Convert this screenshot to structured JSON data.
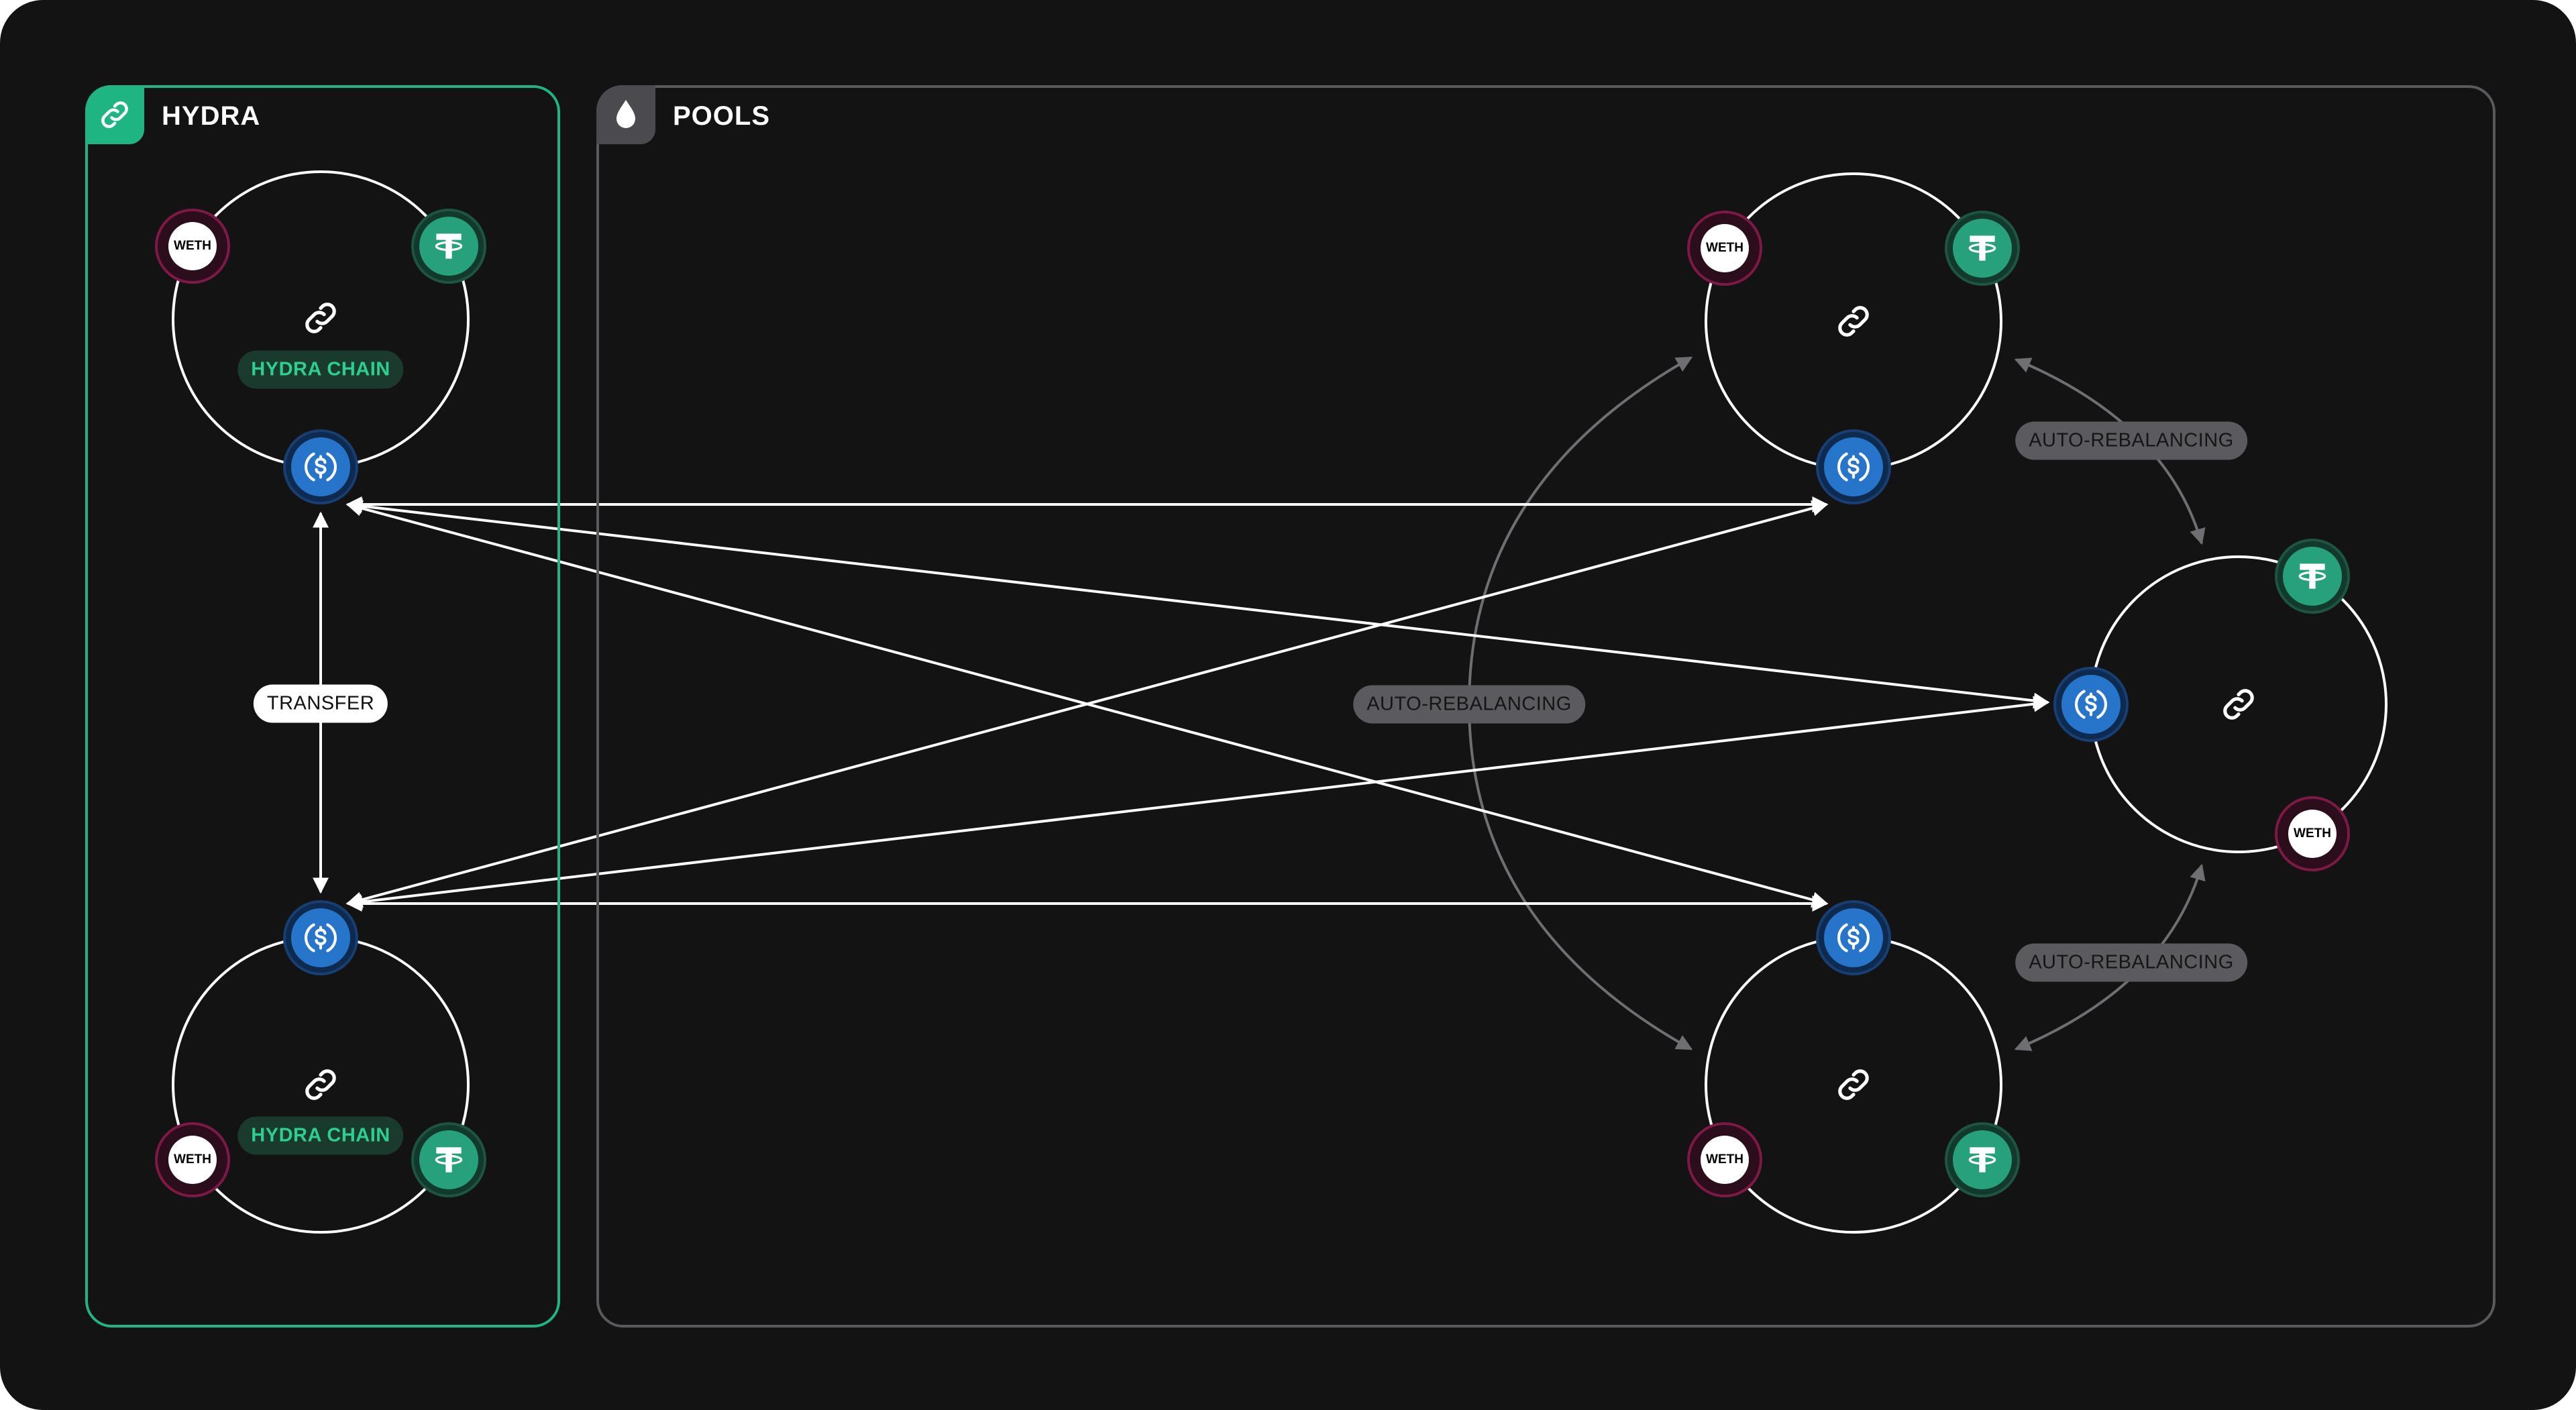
{
  "panels": {
    "hydra": {
      "title": "HYDRA",
      "icon": "link-icon"
    },
    "pools": {
      "title": "POOLS",
      "icon": "drop-icon"
    }
  },
  "labels": {
    "transfer": "TRANSFER",
    "auto_rebalancing": "AUTO-REBALANCING",
    "hydra_chain": "HYDRA CHAIN"
  },
  "tokens": {
    "weth": "WETH",
    "usdc_icon": "usdc-dollar-icon",
    "usdt_icon": "tether-icon"
  },
  "colors": {
    "background": "#131314",
    "hydra_accent": "#1fb583",
    "pools_border": "#5a5a5e",
    "usdc": "#2775ca",
    "usdt": "#26a17b",
    "weth_ring": "#7d1847",
    "connector": "#ffffff",
    "rebalance_arrow": "#6f6f73"
  }
}
